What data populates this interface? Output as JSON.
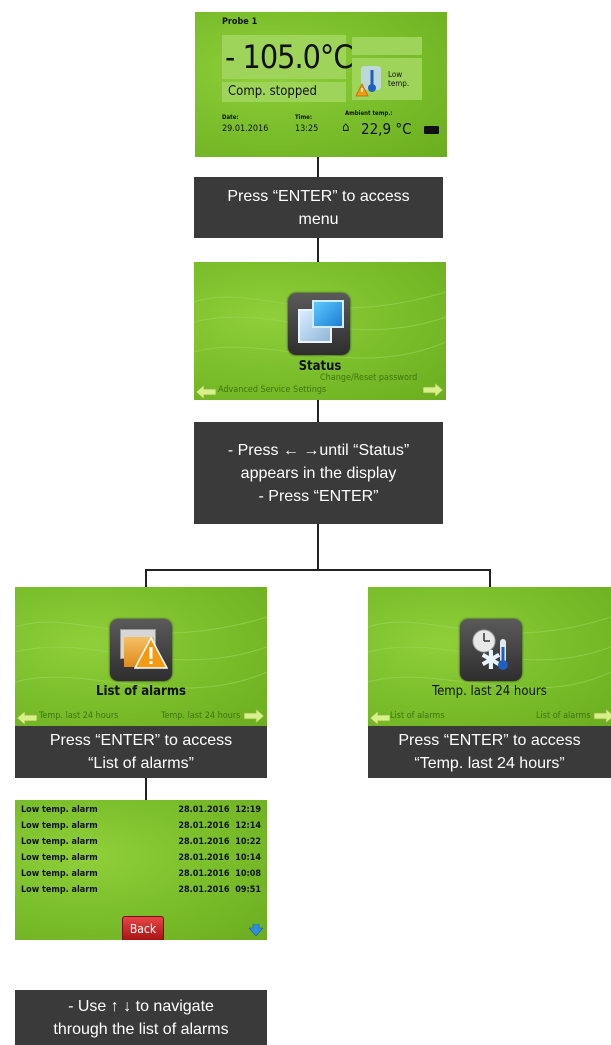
{
  "screen_main": {
    "probe": "Probe 1",
    "temperature": "- 105.0°C",
    "compressor_status": "Comp. stopped",
    "alarm_text": "Low temp.",
    "date_label": "Date:",
    "date_value": "29.01.2016",
    "time_label": "Time:",
    "time_value": "13:25",
    "ambient_label": "Ambient temp.:",
    "ambient_value": "22,9 °C"
  },
  "step1": {
    "line1": "Press  “ENTER” to access",
    "line2": "menu"
  },
  "screen_status": {
    "label": "Status",
    "nav_left": "Advanced Service Settings",
    "nav_right": "Change/Reset password"
  },
  "step2": {
    "line1": "- Press ← →until “Status”",
    "line2": "appears in the display",
    "line3": "- Press “ENTER”"
  },
  "screen_alarms": {
    "label": "List of alarms",
    "nav_left": "Temp. last 24 hours",
    "nav_right": "Temp. last 24 hours"
  },
  "screen_temp": {
    "label": "Temp. last 24 hours",
    "nav_left": "List of alarms",
    "nav_right": "List of alarms"
  },
  "step3a": {
    "line1": "Press  “ENTER” to access",
    "line2": "“List of alarms”"
  },
  "step3b": {
    "line1": "Press  “ENTER” to access",
    "line2": "“Temp. last 24 hours”"
  },
  "alarm_list": {
    "rows": [
      {
        "name": "Low temp. alarm",
        "date": "28.01.2016",
        "time": "12:19"
      },
      {
        "name": "Low temp. alarm",
        "date": "28.01.2016",
        "time": "12:14"
      },
      {
        "name": "Low temp. alarm",
        "date": "28.01.2016",
        "time": "10:22"
      },
      {
        "name": "Low temp. alarm",
        "date": "28.01.2016",
        "time": "10:14"
      },
      {
        "name": "Low temp. alarm",
        "date": "28.01.2016",
        "time": "10:08"
      },
      {
        "name": "Low temp. alarm",
        "date": "28.01.2016",
        "time": "09:51"
      }
    ],
    "back": "Back"
  },
  "step4": {
    "line1": "- Use ↑ ↓ to navigate",
    "line2": "through the list of alarms"
  }
}
